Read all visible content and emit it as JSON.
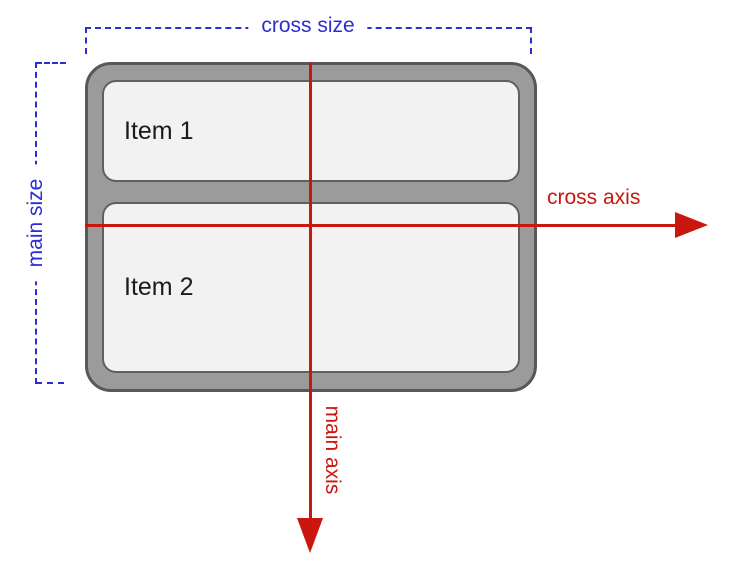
{
  "diagram": {
    "title": "flexbox main and cross axis diagram",
    "labels": {
      "cross_size": "cross size",
      "main_size": "main size",
      "cross_axis": "cross axis",
      "main_axis": "main axis"
    },
    "container": {
      "items": [
        {
          "label": "Item 1"
        },
        {
          "label": "Item 2"
        }
      ]
    }
  },
  "colors": {
    "blue": "#2b2dd6",
    "red": "#c9170e",
    "container_fill": "#9b9b9b",
    "container_border": "#58585b",
    "item_fill": "#f2f2f2",
    "item_border": "#606060",
    "text_dark": "#1b1b1b",
    "bg": "#ffffff"
  }
}
